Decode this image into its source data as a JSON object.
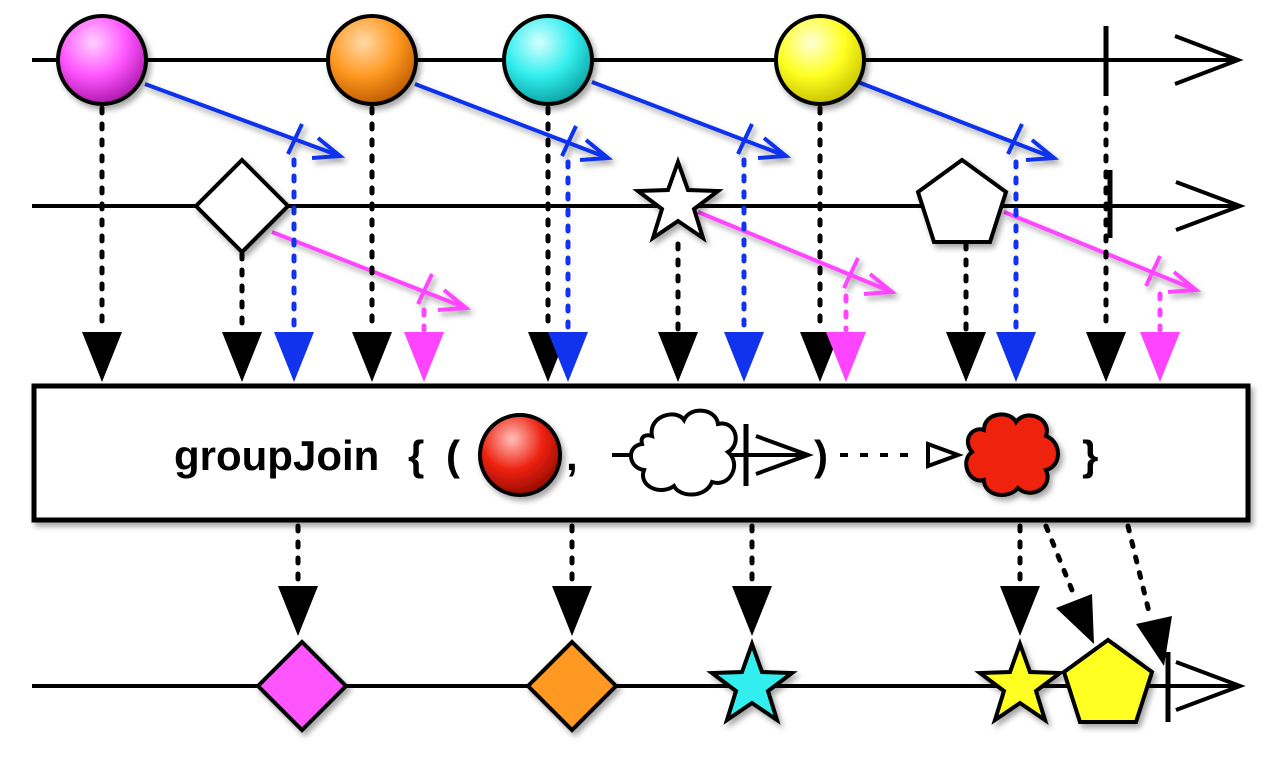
{
  "diagram": {
    "operator": {
      "name": "groupJoin",
      "open_brace": "{",
      "open_paren": "(",
      "comma": ",",
      "close_paren": ")",
      "close_brace": "}"
    },
    "colors": {
      "magenta": "#ff55ff",
      "orange": "#ff9922",
      "cyan": "#33eeee",
      "yellow": "#ffff22",
      "red": "#ee2211",
      "blue_window": "#1133ee",
      "pink_window": "#ff44ff",
      "line": "#000000",
      "box_fill": "#ffffff"
    },
    "left_stream": {
      "items": [
        {
          "shape": "circle-icon",
          "color": "magenta"
        },
        {
          "shape": "circle-icon",
          "color": "orange"
        },
        {
          "shape": "circle-icon",
          "color": "cyan"
        },
        {
          "shape": "circle-icon",
          "color": "yellow"
        }
      ],
      "completes": true
    },
    "right_stream": {
      "items": [
        {
          "shape": "diamond-icon",
          "color": "white"
        },
        {
          "shape": "star-icon",
          "color": "white"
        },
        {
          "shape": "pentagon-icon",
          "color": "white"
        }
      ],
      "completes": true
    },
    "result_stream": {
      "items": [
        {
          "shape": "diamond-icon",
          "color": "magenta"
        },
        {
          "shape": "diamond-icon",
          "color": "orange"
        },
        {
          "shape": "star-icon",
          "color": "cyan"
        },
        {
          "shape": "star-icon",
          "color": "yellow"
        },
        {
          "shape": "pentagon-icon",
          "color": "yellow"
        }
      ],
      "completes": true
    }
  }
}
